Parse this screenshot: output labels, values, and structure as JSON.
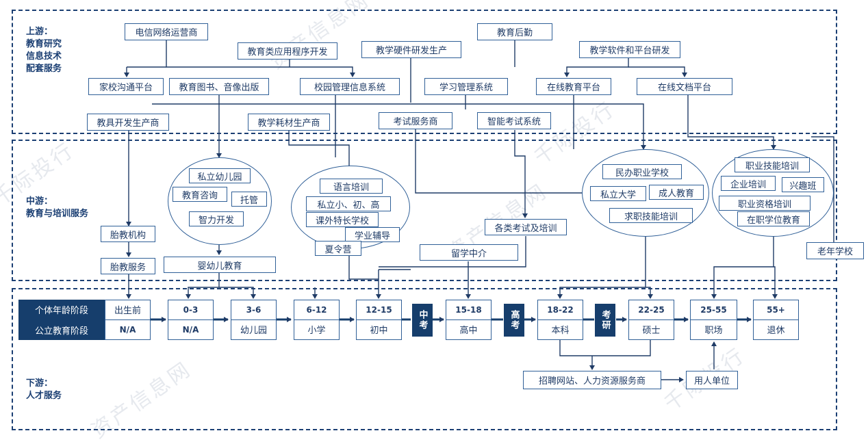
{
  "sections": {
    "upstream": "上游：\n教育研究\n信息技术\n配套服务",
    "midstream": "中游：\n教育与培训服务",
    "downstream": "下游：\n人才服务"
  },
  "upstream_boxes": {
    "telecom": "电信网络运营商",
    "edu_apps": "教育类应用程序开发",
    "edu_hardware": "教学硬件研发生产",
    "edu_logistics": "教育后勤",
    "edu_software": "教学软件和平台研发",
    "home_school": "家校沟通平台",
    "edu_books": "教育图书、音像出版",
    "campus_mgmt": "校园管理信息系统",
    "learning_mgmt": "学习管理系统",
    "online_edu": "在线教育平台",
    "online_docs": "在线文档平台",
    "toy_makers": "教具开发生产商",
    "consumables": "教学耗材生产商",
    "exam_services": "考试服务商",
    "smart_exam": "智能考试系统"
  },
  "midstream_boxes": {
    "private_kg": "私立幼儿园",
    "edu_consult": "教育咨询",
    "daycare": "托管",
    "brain_dev": "智力开发",
    "language": "语言培训",
    "private_k12": "私立小、初、高",
    "extracurricular": "课外特长学校",
    "tutoring": "学业辅导",
    "summer_camp": "夏令营",
    "private_vocational": "民办职业学校",
    "private_univ": "私立大学",
    "adult_edu": "成人教育",
    "job_skills": "求职技能培训",
    "vocational_skills": "职业技能培训",
    "corporate": "企业培训",
    "interest": "兴趣班",
    "qualification": "职业资格培训",
    "onjob_degree": "在职学位教育",
    "exams_training": "各类考试及培训",
    "study_abroad": "留学中介",
    "prenatal_inst": "胎教机构",
    "prenatal_service": "胎教服务",
    "infant_edu": "婴幼儿教育",
    "senior_school": "老年学校"
  },
  "lifecycle": {
    "header_top": "个体年龄阶段",
    "header_bottom": "公立教育阶段",
    "stages": [
      {
        "age": "出生前",
        "edu": "N/A"
      },
      {
        "age": "0-3",
        "edu": "N/A"
      },
      {
        "age": "3-6",
        "edu": "幼儿园"
      },
      {
        "age": "6-12",
        "edu": "小学"
      },
      {
        "age": "12-15",
        "edu": "初中"
      },
      {
        "age": "15-18",
        "edu": "高中"
      },
      {
        "age": "18-22",
        "edu": "本科"
      },
      {
        "age": "22-25",
        "edu": "硕士"
      },
      {
        "age": "25-55",
        "edu": "职场"
      },
      {
        "age": "55+",
        "edu": "退休"
      }
    ],
    "exams": [
      "中考",
      "高考",
      "考研"
    ]
  },
  "downstream_boxes": {
    "recruit": "招聘网站、人力资源服务商",
    "employer": "用人单位"
  },
  "watermarks": [
    "资产信息网",
    "千际投行",
    "资产信息网",
    "千际投行",
    "资产信息网",
    "千际投行"
  ],
  "colors": {
    "border": "#1b3f73",
    "dark": "#163e6c",
    "line": "#1f3b66"
  }
}
